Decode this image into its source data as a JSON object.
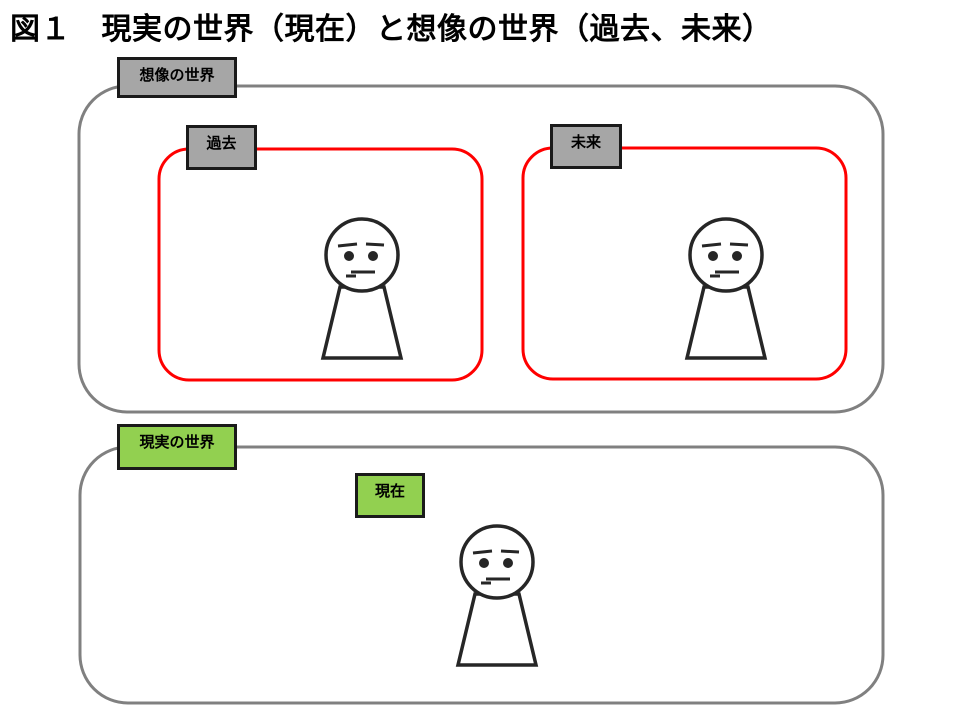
{
  "figure": {
    "title": "図１　現実の世界（現在）と想像の世界（過去、未来）"
  },
  "labels": {
    "imagined_world": "想像の世界",
    "past": "過去",
    "future": "未来",
    "real_world": "現実の世界",
    "present": "現在"
  },
  "structure": {
    "imagined_world_regions": [
      "過去",
      "未来"
    ],
    "real_world_regions": [
      "現在"
    ],
    "person_figures_count": 3
  },
  "colors": {
    "outer_border": "#808080",
    "inner_border_red": "#FF0000",
    "gray_label_fill": "#A6A6A6",
    "green_label_fill": "#92D050",
    "label_border": "#1A1A1A",
    "figure_stroke": "#262626",
    "title_color": "#000000",
    "background": "#FFFFFF"
  }
}
